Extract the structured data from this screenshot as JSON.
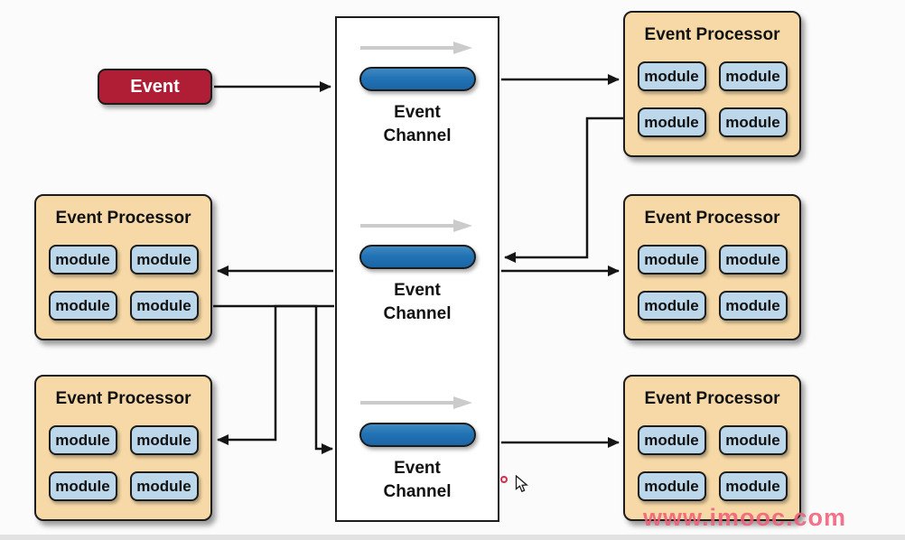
{
  "event_source": {
    "label": "Event",
    "color": "#b01e35"
  },
  "channel_panel": {
    "channels": [
      {
        "label": "Event Channel"
      },
      {
        "label": "Event Channel"
      },
      {
        "label": "Event Channel"
      }
    ],
    "pill_color": "#2273b5"
  },
  "processors": [
    {
      "id": "top-right",
      "title": "Event Processor",
      "modules": [
        "module",
        "module",
        "module",
        "module"
      ]
    },
    {
      "id": "middle-right",
      "title": "Event Processor",
      "modules": [
        "module",
        "module",
        "module",
        "module"
      ]
    },
    {
      "id": "middle-left",
      "title": "Event Processor",
      "modules": [
        "module",
        "module",
        "module",
        "module"
      ]
    },
    {
      "id": "bottom-left",
      "title": "Event Processor",
      "modules": [
        "module",
        "module",
        "module",
        "module"
      ]
    },
    {
      "id": "bottom-right",
      "title": "Event Processor",
      "modules": [
        "module",
        "module",
        "module",
        "module"
      ]
    }
  ],
  "icons": {
    "flow_arrow": "right-arrow",
    "cursor": "mouse-pointer",
    "laser_dot": "red-dot"
  },
  "watermark": {
    "text": "www.imooc.com",
    "color": "#f0607a"
  },
  "colors": {
    "processor_fill": "#f6d9a7",
    "module_fill": "#bcd6ea",
    "event_fill": "#b01e35",
    "channel_pill_fill": "#2273b5",
    "connector": "#151515",
    "gray_arrow": "#cbcbcb"
  }
}
